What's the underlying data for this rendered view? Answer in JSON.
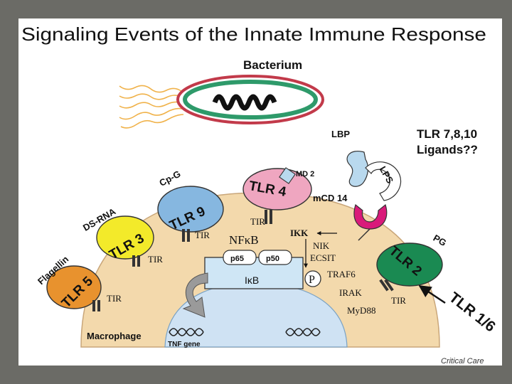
{
  "title": "Signaling Events of the Innate Immune Response",
  "credit": "Critical Care",
  "labels": {
    "bacterium": "Bacterium",
    "macrophage": "Macrophage",
    "tnf_gene": "TNF gene",
    "lbp": "LBP",
    "lps": "LPS",
    "md2": "MD 2",
    "mcd14": "mCD 14",
    "pg": "PG",
    "tlr7810_line1": "TLR 7,8,10",
    "tlr7810_line2": "Ligands??",
    "cpg": "Cp-G",
    "dsrna": "DS-RNA",
    "flagellin": "Flagellin",
    "tlr16": "TLR 1/6",
    "nfkb": "NFκB",
    "p65": "p65",
    "p50": "p50",
    "ikb": "IκB",
    "ikk": "IKK",
    "nik": "NIK",
    "ecsit": "ECSIT",
    "traf6": "TRAF6",
    "irak": "IRAK",
    "myd88": "MyD88",
    "phospho": "P"
  },
  "receptors": [
    {
      "id": "tlr5",
      "label": "TLR 5",
      "tir": "TIR",
      "color": "#e8922e"
    },
    {
      "id": "tlr3",
      "label": "TLR 3",
      "tir": "TIR",
      "color": "#f3ea2a"
    },
    {
      "id": "tlr9",
      "label": "TLR 9",
      "tir": "TIR",
      "color": "#86b7e0"
    },
    {
      "id": "tlr4",
      "label": "TLR 4",
      "tir": "TIR",
      "color": "#efa6c0"
    },
    {
      "id": "tlr2",
      "label": "TLR 2",
      "tir": "TIR",
      "color": "#1a8a52"
    }
  ],
  "colors": {
    "cell": "#f3d9ac",
    "nucleus": "#cfe2f3",
    "ikb_box": "#cfe6f5",
    "lps_receptor": "#d91a7a",
    "bacterium_outer": "#c23a4a",
    "bacterium_membrane": "#2e9a6a",
    "flagella": "#f0b24a"
  }
}
